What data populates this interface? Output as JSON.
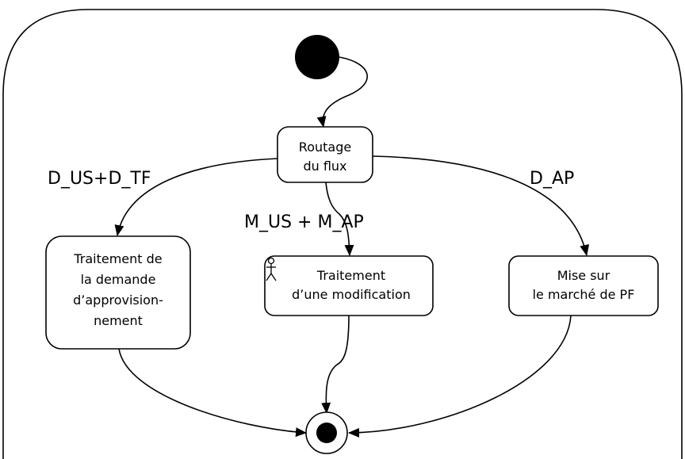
{
  "diagram": {
    "type": "uml-state-diagram",
    "states": {
      "routage": {
        "line1": "Routage",
        "line2": "du flux"
      },
      "demande": {
        "line1": "Traitement de",
        "line2": "la demande",
        "line3": "d’approvision-",
        "line4": "nement"
      },
      "modification": {
        "line1": "Traitement",
        "line2": "d’une modification",
        "icon": "actor-icon"
      },
      "marche": {
        "line1": "Mise sur",
        "line2": "le marché de PF"
      }
    },
    "transitions": {
      "to_demande": "D_US+D_TF",
      "to_modification": "M_US + M_AP",
      "to_marche": "D_AP"
    },
    "initial_state_icon": "initial-node",
    "final_state_icon": "final-node",
    "colors": {
      "stroke": "#000000",
      "fill": "#ffffff"
    }
  }
}
